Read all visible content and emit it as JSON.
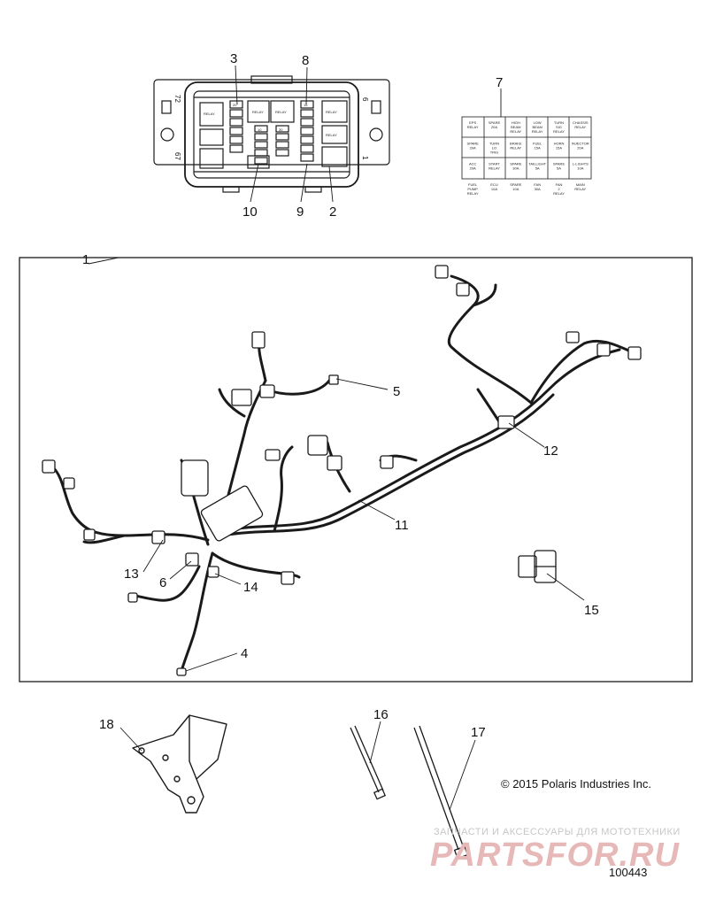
{
  "callouts": [
    "1",
    "2",
    "3",
    "4",
    "5",
    "6",
    "7",
    "8",
    "9",
    "10",
    "11",
    "12",
    "13",
    "14",
    "15",
    "16",
    "17",
    "18"
  ],
  "fuse_box": {
    "side_numbers": [
      "72",
      "67",
      "6",
      "1"
    ],
    "relay_text": "RELAY",
    "fuse_ratings": [
      "20",
      "15",
      "10",
      "30"
    ]
  },
  "label_chart": {
    "cells": [
      "EPS RELAY",
      "SPARE 20A",
      "HIGH BEAM RELAY",
      "LOW BEAM RELAY",
      "TURN SIG RELAY",
      "CHASSIS RELAY",
      "SPARE 20A",
      "TURN LO TRIG",
      "BRAKE RELAY",
      "FUEL 15A",
      "HORN 15A",
      "INJECTOR 20A",
      "ACC 20A",
      "START RELAY",
      "SPARE 30A",
      "TAILLIGHT 5A",
      "SPARE 5A",
      "L-LIGHTS 10A",
      "FUEL PUMP RELAY",
      "ECU 10A",
      "SPARE 10A",
      "FAN 30A",
      "FAN 2 RELAY",
      "MAIN RELAY"
    ]
  },
  "footer": {
    "copyright": "© 2015 Polaris Industries Inc.",
    "watermark_caption": "ЗАПЧАСТИ И АКСЕССУАРЫ ДЛЯ МОТОТЕХНИКИ",
    "watermark_logo": "PARTSFOR.RU",
    "diagram_id": "100443"
  },
  "colors": {
    "line": "#1a1a1a",
    "watermark": "#e7b8b8"
  }
}
